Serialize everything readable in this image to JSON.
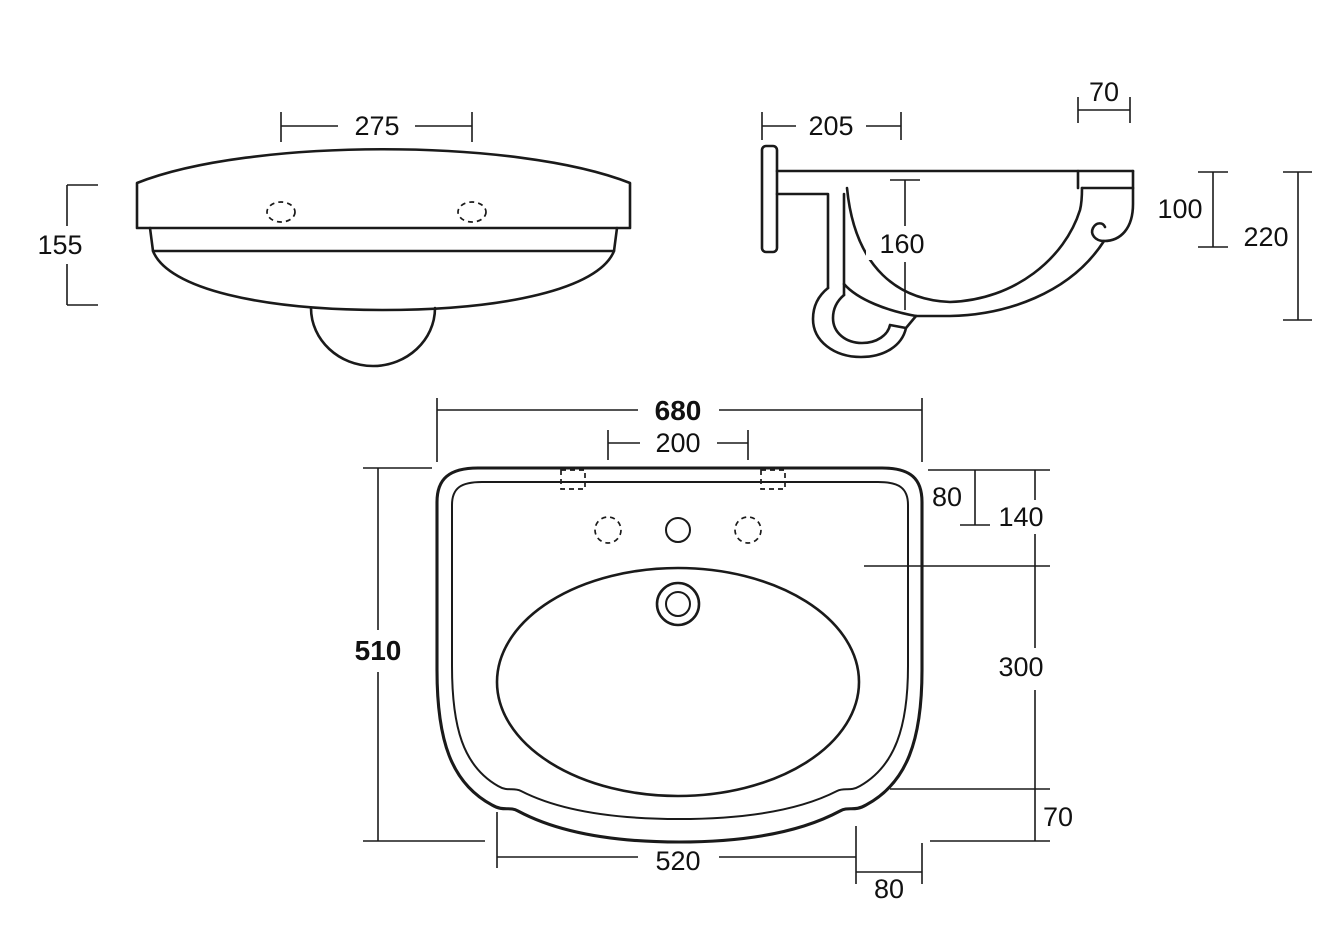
{
  "colors": {
    "line": "#1a1a1a",
    "background": "#ffffff"
  },
  "front_view": {
    "dim_hole_spacing": "275",
    "dim_height": "155"
  },
  "side_view": {
    "dim_depth": "205",
    "dim_front_edge": "70",
    "dim_front_height": "100",
    "dim_total_height": "220",
    "dim_inner_depth": "160"
  },
  "plan_view": {
    "dim_overall_width": "680",
    "dim_tap_spacing": "200",
    "dim_overall_depth": "510",
    "dim_back_offset": "80",
    "dim_back_zone": "140",
    "dim_bowl_length": "300",
    "dim_front_zone": "70",
    "dim_base_width": "520",
    "dim_side_offset": "80"
  }
}
